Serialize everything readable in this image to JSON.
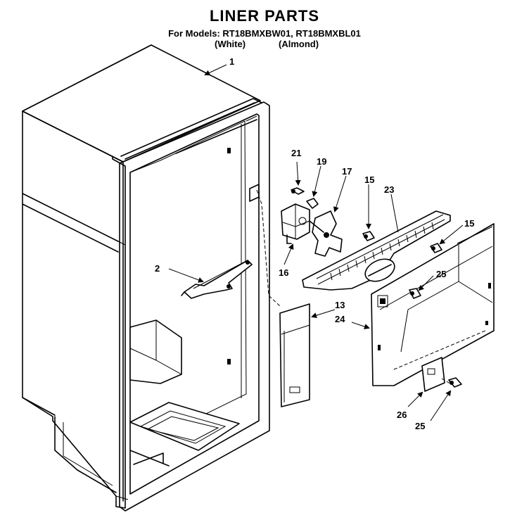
{
  "header": {
    "title": "LINER PARTS",
    "models_line": "For Models: RT18BMXBW01, RT18BMXBL01",
    "variant_white": "(White)",
    "variant_almond": "(Almond)"
  },
  "callouts": {
    "c1": "1",
    "c2": "2",
    "c13": "13",
    "c15a": "15",
    "c15b": "15",
    "c16": "16",
    "c17": "17",
    "c19": "19",
    "c21": "21",
    "c23": "23",
    "c24": "24",
    "c25a": "25",
    "c25b": "25",
    "c26": "26"
  }
}
